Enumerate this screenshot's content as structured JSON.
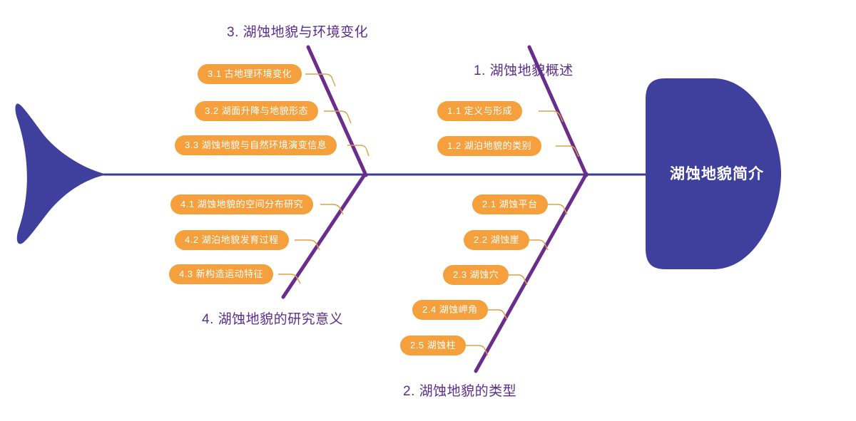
{
  "diagram": {
    "type": "fishbone",
    "head_title": "湖蚀地貌简介",
    "colors": {
      "spine": "#3B3B9E",
      "head": "#3F3F9D",
      "tail": "#3F3F9D",
      "branch": "#6B2D8B",
      "node_fill": "#F5A03C",
      "node_text": "#FFFFFF",
      "category_text": "#5B2D8E",
      "connector": "#D9A24A",
      "background": "#FFFFFF"
    },
    "categories": [
      {
        "id": "cat-1",
        "label": "1. 湖蚀地貌概述",
        "position": "upper-right",
        "items": [
          {
            "id": "1.1",
            "label": "1.1 定义与形成"
          },
          {
            "id": "1.2",
            "label": "1.2 湖泊地貌的类别"
          }
        ]
      },
      {
        "id": "cat-2",
        "label": "2. 湖蚀地貌的类型",
        "position": "lower-right",
        "items": [
          {
            "id": "2.1",
            "label": "2.1 湖蚀平台"
          },
          {
            "id": "2.2",
            "label": "2.2 湖蚀崖"
          },
          {
            "id": "2.3",
            "label": "2.3 湖蚀穴"
          },
          {
            "id": "2.4",
            "label": "2.4 湖蚀岬角"
          },
          {
            "id": "2.5",
            "label": "2.5 湖蚀柱"
          }
        ]
      },
      {
        "id": "cat-3",
        "label": "3. 湖蚀地貌与环境变化",
        "position": "upper-left",
        "items": [
          {
            "id": "3.1",
            "label": "3.1 古地理环境变化"
          },
          {
            "id": "3.2",
            "label": "3.2 湖面升降与地貌形态"
          },
          {
            "id": "3.3",
            "label": "3.3 湖蚀地貌与自然环境演变信息"
          }
        ]
      },
      {
        "id": "cat-4",
        "label": "4. 湖蚀地貌的研究意义",
        "position": "lower-left",
        "items": [
          {
            "id": "4.1",
            "label": "4.1 湖蚀地貌的空间分布研究"
          },
          {
            "id": "4.2",
            "label": "4.2 湖泊地貌发育过程"
          },
          {
            "id": "4.3",
            "label": "4.3 新构造运动特征"
          }
        ]
      }
    ]
  }
}
